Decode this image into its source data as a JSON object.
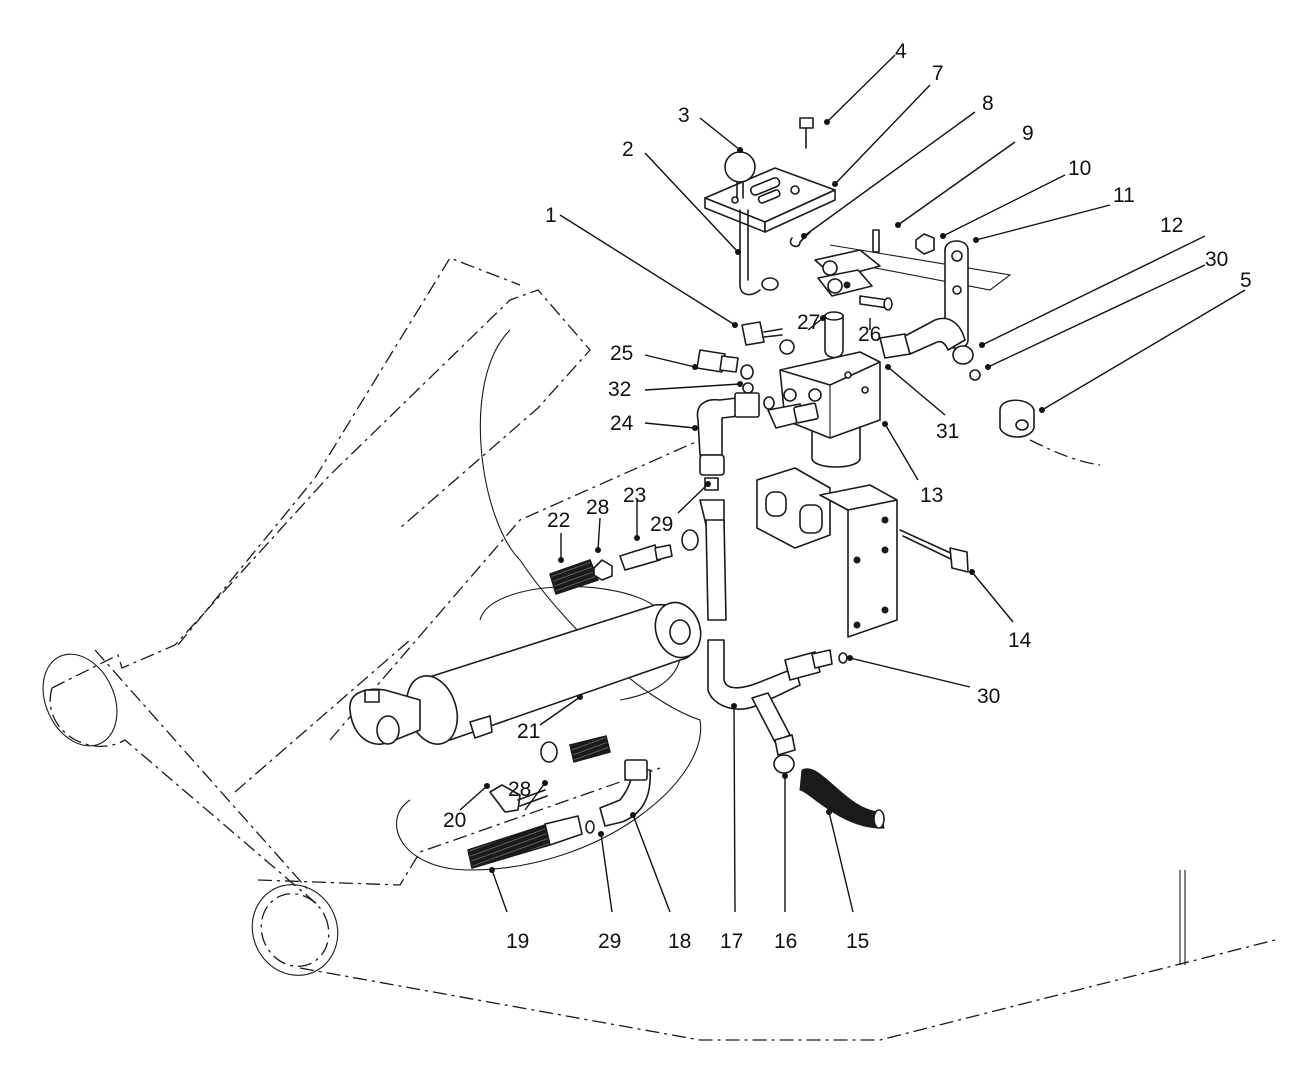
{
  "callouts": [
    {
      "id": "1",
      "label": "1"
    },
    {
      "id": "2",
      "label": "2"
    },
    {
      "id": "3",
      "label": "3"
    },
    {
      "id": "4",
      "label": "4"
    },
    {
      "id": "5",
      "label": "5"
    },
    {
      "id": "7",
      "label": "7"
    },
    {
      "id": "8",
      "label": "8"
    },
    {
      "id": "9",
      "label": "9"
    },
    {
      "id": "10",
      "label": "10"
    },
    {
      "id": "11",
      "label": "11"
    },
    {
      "id": "12",
      "label": "12"
    },
    {
      "id": "13",
      "label": "13"
    },
    {
      "id": "14",
      "label": "14"
    },
    {
      "id": "15",
      "label": "15"
    },
    {
      "id": "16",
      "label": "16"
    },
    {
      "id": "17",
      "label": "17"
    },
    {
      "id": "18",
      "label": "18"
    },
    {
      "id": "19",
      "label": "19"
    },
    {
      "id": "20",
      "label": "20"
    },
    {
      "id": "21",
      "label": "21"
    },
    {
      "id": "22",
      "label": "22"
    },
    {
      "id": "23",
      "label": "23"
    },
    {
      "id": "24",
      "label": "24"
    },
    {
      "id": "25",
      "label": "25"
    },
    {
      "id": "26",
      "label": "26"
    },
    {
      "id": "27",
      "label": "27"
    },
    {
      "id": "28a",
      "label": "28"
    },
    {
      "id": "28b",
      "label": "28"
    },
    {
      "id": "29a",
      "label": "29"
    },
    {
      "id": "29b",
      "label": "29"
    },
    {
      "id": "30a",
      "label": "30"
    },
    {
      "id": "30b",
      "label": "30"
    },
    {
      "id": "31",
      "label": "31"
    },
    {
      "id": "32",
      "label": "32"
    }
  ]
}
